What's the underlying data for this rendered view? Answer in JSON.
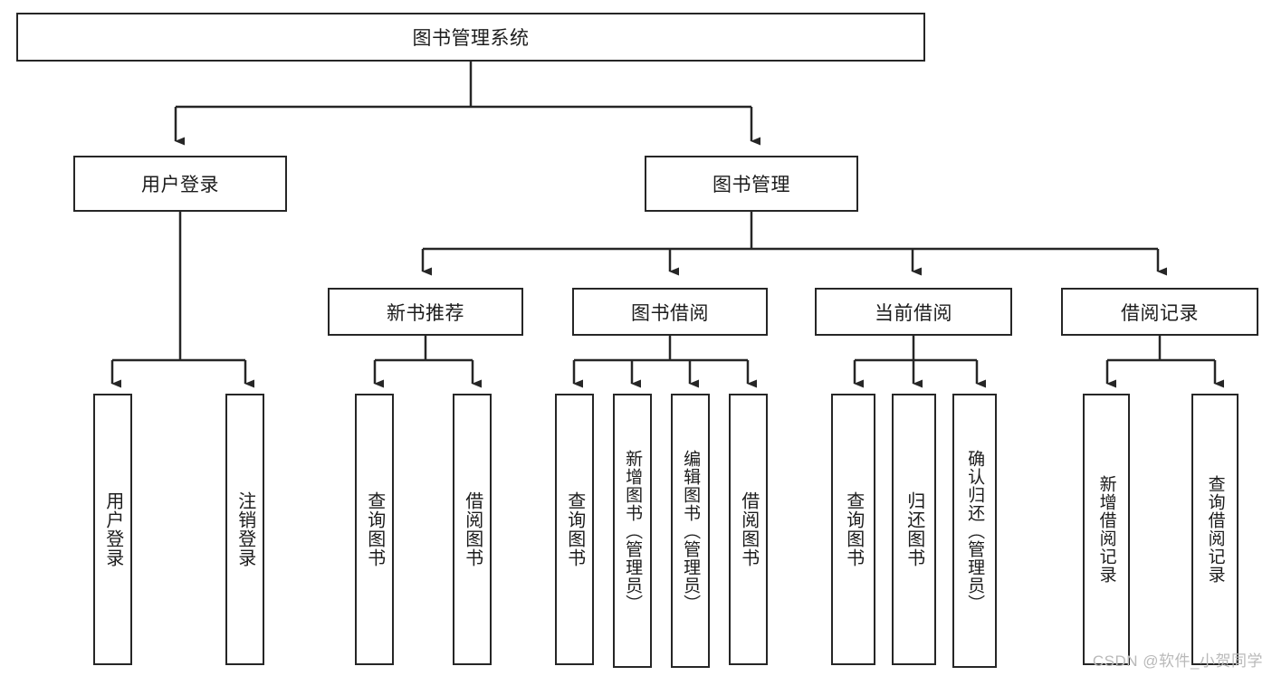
{
  "diagram": {
    "title": "图书管理系统",
    "type": "tree-hierarchy-diagram",
    "colors": {
      "node_border": "#262626",
      "node_fill": "#ffffff",
      "connector": "#262626",
      "background": "#ffffff",
      "watermark": "#b9b9b9"
    },
    "root": {
      "label": "图书管理系统"
    },
    "level2": [
      {
        "label": "用户登录"
      },
      {
        "label": "图书管理"
      }
    ],
    "level3": [
      {
        "label": "新书推荐"
      },
      {
        "label": "图书借阅"
      },
      {
        "label": "当前借阅"
      },
      {
        "label": "借阅记录"
      }
    ],
    "leaves": [
      {
        "label": "用户登录",
        "parent": "用户登录"
      },
      {
        "label": "注销登录",
        "parent": "用户登录"
      },
      {
        "label": "查询图书",
        "parent": "新书推荐"
      },
      {
        "label": "借阅图书",
        "parent": "新书推荐"
      },
      {
        "label": "查询图书",
        "parent": "图书借阅"
      },
      {
        "label": "新增图书（管理员）",
        "parent": "图书借阅"
      },
      {
        "label": "编辑图书（管理员）",
        "parent": "图书借阅"
      },
      {
        "label": "借阅图书",
        "parent": "图书借阅"
      },
      {
        "label": "查询图书",
        "parent": "当前借阅"
      },
      {
        "label": "归还图书",
        "parent": "当前借阅"
      },
      {
        "label": "确认归还（管理员）",
        "parent": "当前借阅"
      },
      {
        "label": "新增借阅记录",
        "parent": "借阅记录"
      },
      {
        "label": "查询借阅记录",
        "parent": "借阅记录"
      }
    ],
    "watermark": "CSDN @软件_小贺同学"
  }
}
